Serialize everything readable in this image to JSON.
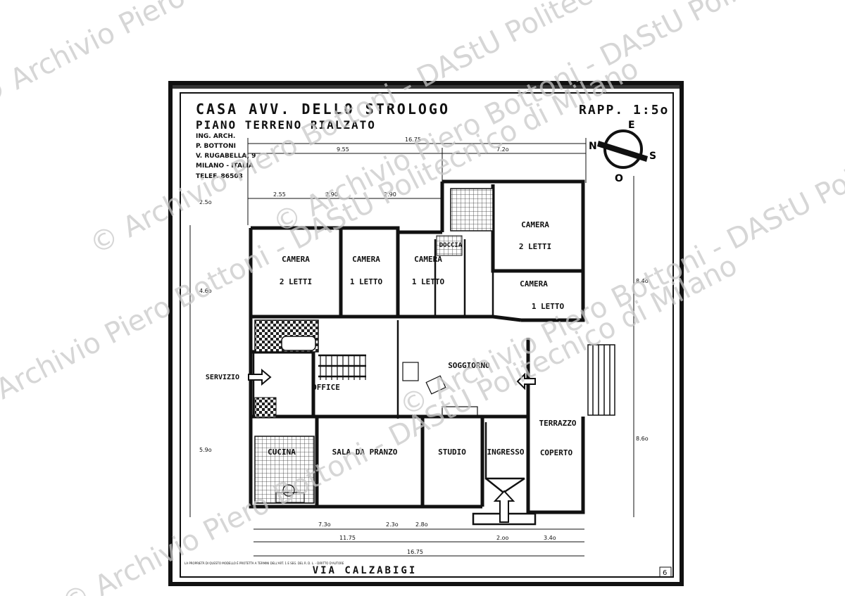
{
  "header": {
    "title": "CASA AVV. DELLO STROLOGO",
    "subtitle": "PIANO   TERRENO   RIALZATO",
    "scale": "RAPP. 1:5o",
    "architect_lines": [
      "ING. ARCH.",
      "P. BOTTONI",
      "V. RUGABELLA, 9",
      "MILANO - ITALIA",
      "TELEF. 86503"
    ]
  },
  "compass": {
    "n": "N",
    "e": "E",
    "s": "S",
    "o": "O"
  },
  "rooms": {
    "camera_2_letti_w": [
      "CAMERA",
      "2 LETTI"
    ],
    "camera_1_letto_a": [
      "CAMERA",
      "1 LETTO"
    ],
    "camera_1_letto_b": [
      "CAMERA",
      "1 LETTO"
    ],
    "camera_2_letti_e": [
      "CAMERA",
      "2 LETTI"
    ],
    "camera_1_letto_e": [
      "CAMERA",
      "1 LETTO"
    ],
    "doccia": "DOCCIA",
    "soggiorno": "SOGGIORNO",
    "office": "OFFICE",
    "servizio": "SERVIZIO",
    "cucina": "CUCINA",
    "sala_da_pranzo": "SALA DA PRANZO",
    "studio": "STUDIO",
    "ingresso": "INGRESSO",
    "terrazzo": "TERRAZZO",
    "coperto": "COPERTO"
  },
  "street": "VIA CALZABIGI",
  "dimensions": {
    "top_total": "16.75",
    "top_left": "9.55",
    "top_right": "7.2o",
    "seg1": "2.55",
    "seg2": "2.90",
    "seg3": "2.90",
    "right_total": "8.4o",
    "right_lower": "8.6o",
    "left_upper": "4.6o",
    "left_mid": "2.5o",
    "left_lower": "5.9o",
    "bottom_a": "7.3o",
    "bottom_b": "11.75",
    "bottom_total": "16.75",
    "bottom_c": "2.oo",
    "bottom_d": "3.4o",
    "mid_a": "2.3o",
    "mid_b": "2.8o"
  },
  "copyright_note": "LA PROPRIETÀ DI QUESTO MODELLO È PROTETTA A TERMINI DELL'ART. 1 E SEG. DEL R. D. L. - DIRITTO D'AUTORE",
  "sheet_number": "6",
  "watermark": "© Archivio Piero Bottoni - DAStU Politecnico di Milano"
}
